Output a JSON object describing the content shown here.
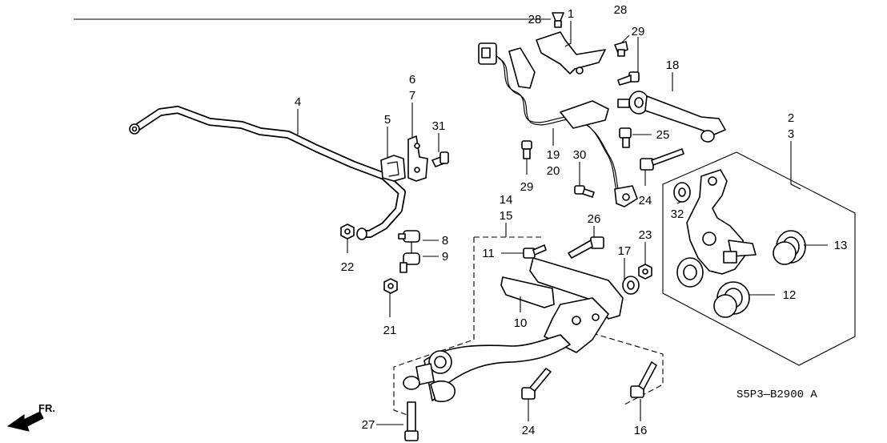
{
  "callouts": [
    {
      "id": "c1",
      "text": "1"
    },
    {
      "id": "c2",
      "text": "2"
    },
    {
      "id": "c3",
      "text": "3"
    },
    {
      "id": "c4",
      "text": "4"
    },
    {
      "id": "c5",
      "text": "5"
    },
    {
      "id": "c6",
      "text": "6"
    },
    {
      "id": "c7",
      "text": "7"
    },
    {
      "id": "c8",
      "text": "8"
    },
    {
      "id": "c9",
      "text": "9"
    },
    {
      "id": "c10",
      "text": "10"
    },
    {
      "id": "c11",
      "text": "11"
    },
    {
      "id": "c12",
      "text": "12"
    },
    {
      "id": "c13",
      "text": "13"
    },
    {
      "id": "c14",
      "text": "14"
    },
    {
      "id": "c15",
      "text": "15"
    },
    {
      "id": "c16",
      "text": "16"
    },
    {
      "id": "c17",
      "text": "17"
    },
    {
      "id": "c18",
      "text": "18"
    },
    {
      "id": "c19",
      "text": "19"
    },
    {
      "id": "c20",
      "text": "20"
    },
    {
      "id": "c21",
      "text": "21"
    },
    {
      "id": "c22",
      "text": "22"
    },
    {
      "id": "c23",
      "text": "23"
    },
    {
      "id": "c24a",
      "text": "24"
    },
    {
      "id": "c24b",
      "text": "24"
    },
    {
      "id": "c25",
      "text": "25"
    },
    {
      "id": "c26",
      "text": "26"
    },
    {
      "id": "c27",
      "text": "27"
    },
    {
      "id": "c28a",
      "text": "28"
    },
    {
      "id": "c28b",
      "text": "28"
    },
    {
      "id": "c29a",
      "text": "29"
    },
    {
      "id": "c29b",
      "text": "29"
    },
    {
      "id": "c30",
      "text": "30"
    },
    {
      "id": "c31",
      "text": "31"
    },
    {
      "id": "c32",
      "text": "32"
    }
  ],
  "diagram_code": "S5P3—B2900 A",
  "direction_label": "FR."
}
